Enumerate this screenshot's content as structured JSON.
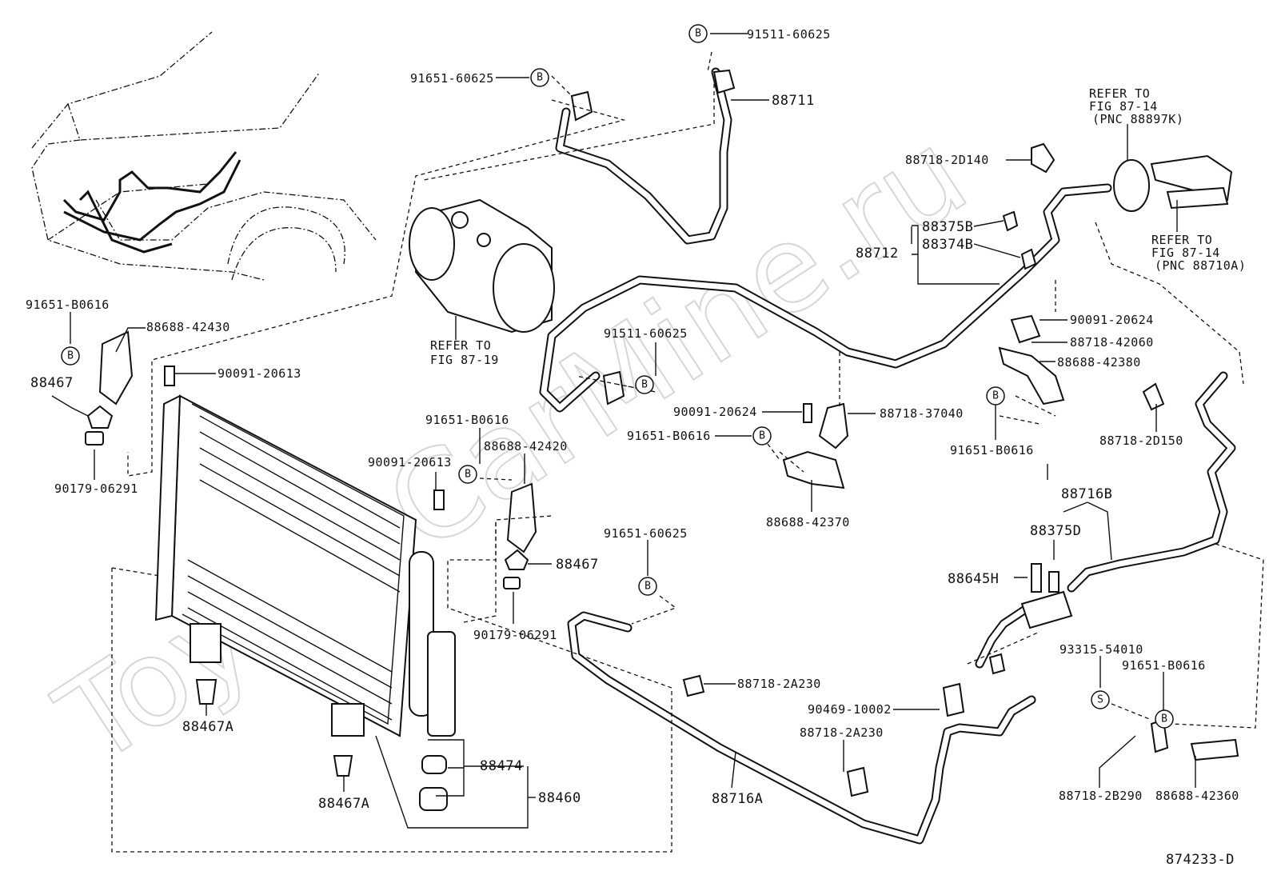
{
  "watermark": "ToyotaCarMine.ru",
  "diagram_code": "874233-D",
  "markers": {
    "b": "B",
    "s": "S"
  },
  "references": {
    "compressor": {
      "line1": "REFER TO",
      "line2": "FIG 87-19"
    },
    "pnc_88897k": {
      "line1": "REFER TO",
      "line2": "FIG 87-14",
      "line3": "(PNC 88897K)"
    },
    "pnc_88710a": {
      "line1": "REFER TO",
      "line2": "FIG 87-14",
      "line3": "(PNC 88710A)"
    }
  },
  "labels": {
    "l91511_60625_top": "91511-60625",
    "l91651_60625_top": "91651-60625",
    "l88711": "88711",
    "l88718_2d140": "88718-2D140",
    "l88375b": "88375B",
    "l88374b": "88374B",
    "l88712": "88712",
    "l91651_b0616_left": "91651-B0616",
    "l88688_42430": "88688-42430",
    "l88467_left": "88467",
    "l90091_20613_left": "90091-20613",
    "l90179_06291_left": "90179-06291",
    "l91511_60625_mid": "91511-60625",
    "l90091_20624_mid": "90091-20624",
    "l88718_37040": "88718-37040",
    "l91651_b0616_mid": "91651-B0616",
    "l88688_42370": "88688-42370",
    "l90091_20624_right": "90091-20624",
    "l88718_42060": "88718-42060",
    "l88688_42380": "88688-42380",
    "l91651_b0616_right": "91651-B0616",
    "l88718_2d150": "88718-2D150",
    "l91651_b0616_center": "91651-B0616",
    "l88688_42420": "88688-42420",
    "l90091_20613_center": "90091-20613",
    "l88467_center": "88467",
    "l90179_06291_center": "90179-06291",
    "l91651_60625_lower": "91651-60625",
    "l88716b": "88716B",
    "l88375d": "88375D",
    "l88645h": "88645H",
    "l93315_54010": "93315-54010",
    "l91651_b0616_lowright": "91651-B0616",
    "l88718_2a230_upper": "88718-2A230",
    "l90469_10002": "90469-10002",
    "l88718_2a230_lower": "88718-2A230",
    "l88716a": "88716A",
    "l88718_2b290": "88718-2B290",
    "l88688_42360": "88688-42360",
    "l88467a_upper": "88467A",
    "l88467a_lower": "88467A",
    "l88474": "88474",
    "l88460": "88460"
  }
}
